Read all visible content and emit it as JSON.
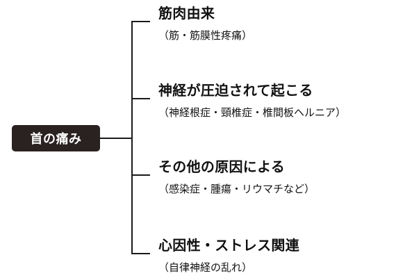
{
  "root": {
    "label": "首の痛み"
  },
  "branches": [
    {
      "title": "筋肉由来",
      "description": "（筋・筋膜性疼痛）"
    },
    {
      "title": "神経が圧迫されて起こる",
      "description": "（神経根症・頸椎症・椎間板ヘルニア）"
    },
    {
      "title": "その他の原因による",
      "description": "（感染症・腫瘍・リウマチなど）"
    },
    {
      "title": "心因性・ストレス関連",
      "description": "（自律神経の乱れ）"
    }
  ],
  "colors": {
    "root_background": "#2a2221",
    "root_text": "#ffffff",
    "line": "#1a1a1a",
    "text": "#111111"
  }
}
